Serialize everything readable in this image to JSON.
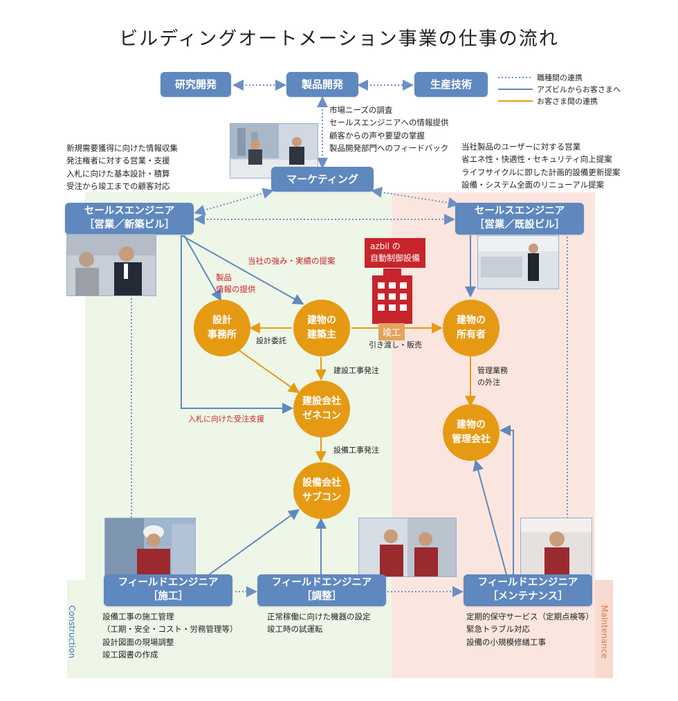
{
  "title": "ビルディングオートメーション事業の仕事の流れ",
  "legend": {
    "inter_role": "職種間の連携",
    "azbil_to_customer": "アズビルからお客さまへ",
    "between_customers": "お客さま間の連携"
  },
  "colors": {
    "blue": "#5f88bf",
    "orange": "#e69a14",
    "red": "#c8242b",
    "green_bg": "#eef6e7",
    "pink_bg": "#fbe6df"
  },
  "top_boxes": {
    "research": "研究開発",
    "product_dev": "製品開発",
    "production_tech": "生産技術"
  },
  "marketing": {
    "label": "マーケティング",
    "notes": [
      "市場ニーズの調査",
      "セールスエンジニアへの情報提供",
      "顧客からの声や要望の掌握",
      "製品開発部門へのフィードバック"
    ]
  },
  "se_new": {
    "line1": "セールスエンジニア",
    "line2": "［営業／新築ビル］",
    "notes": [
      "新規需要獲得に向けた情報収集",
      "発注権者に対する営業・支援",
      "入札に向けた基本設計・積算",
      "受注から竣工までの顧客対応"
    ]
  },
  "se_existing": {
    "line1": "セールスエンジニア",
    "line2": "［営業／既設ビル］",
    "notes": [
      "当社製品のユーザーに対する営業",
      "省エネ性・快適性・セキュリティ向上提案",
      "ライフサイクルに即した計画的設備更新提案",
      "設備・システム全面のリニューアル提案"
    ]
  },
  "circles": {
    "design_office": [
      "設計",
      "事務所"
    ],
    "owner_builder": [
      "建物の",
      "建築主"
    ],
    "building_owner": [
      "建物の",
      "所有者"
    ],
    "general_contractor": [
      "建設会社",
      "ゼネコン"
    ],
    "building_management": [
      "建物の",
      "管理会社"
    ],
    "subcontractor": [
      "設備会社",
      "サブコン"
    ]
  },
  "labels": {
    "strengths_proposal": "当社の強み・実績の提案",
    "product_info_1": "製品",
    "product_info_2": "情報の提供",
    "design_commission": "設計委託",
    "handover_sale": "引き渡し・販売",
    "construction_order": "建設工事発注",
    "management_outsourcing_1": "管理業務",
    "management_outsourcing_2": "の外注",
    "bid_support": "入札に向けた受注支援",
    "equipment_order": "設備工事発注",
    "azbil_1": "azbil の",
    "azbil_2": "自動制御設備",
    "completion": "竣工"
  },
  "fe_construction": {
    "line1": "フィールドエンジニア",
    "line2": "［施工］",
    "notes": [
      "設備工事の施工管理",
      "（工期・安全・コスト・労務管理等）",
      "設計図面の現場調整",
      "竣工図書の作成"
    ]
  },
  "fe_adjust": {
    "line1": "フィールドエンジニア",
    "line2": "［調整］",
    "notes": [
      "正常稼働に向けた機器の設定",
      "竣工時の試運転"
    ]
  },
  "fe_maintenance": {
    "line1": "フィールドエンジニア",
    "line2": "［メンテナンス］",
    "notes": [
      "定期的保守サービス（定期点検等）",
      "緊急トラブル対応",
      "設備の小規模修繕工事"
    ]
  },
  "side_labels": {
    "construction": "Construction",
    "maintenance": "Maintenance"
  }
}
